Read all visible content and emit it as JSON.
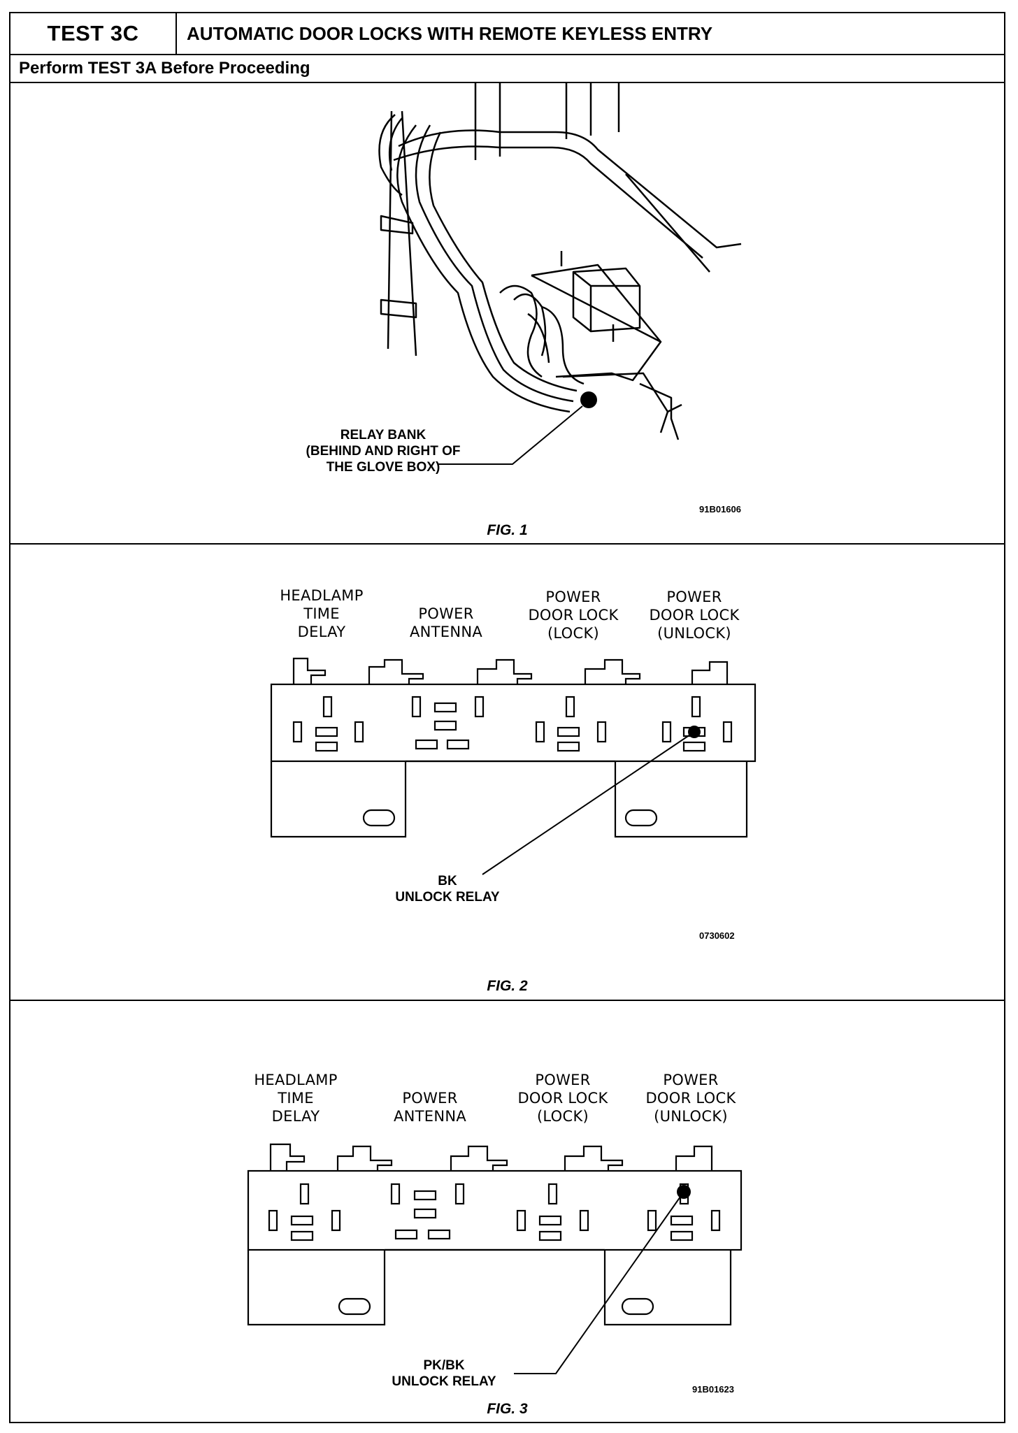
{
  "header": {
    "test_id": "TEST 3C",
    "title": "AUTOMATIC DOOR LOCKS WITH REMOTE KEYLESS ENTRY",
    "prerequisite": "Perform TEST 3A Before Proceeding"
  },
  "fig1": {
    "callout": [
      "RELAY BANK",
      "(BEHIND AND RIGHT OF",
      "THE GLOVE BOX)"
    ],
    "code": "91B01606",
    "caption": "FIG. 1"
  },
  "fig2": {
    "relay_labels": [
      [
        "HEADLAMP",
        "TIME",
        "DELAY"
      ],
      [
        "POWER",
        "ANTENNA"
      ],
      [
        "POWER",
        "DOOR LOCK",
        "(LOCK)"
      ],
      [
        "POWER",
        "DOOR LOCK",
        "(UNLOCK)"
      ]
    ],
    "callout": [
      "BK",
      "UNLOCK RELAY"
    ],
    "code": "0730602",
    "caption": "FIG. 2"
  },
  "fig3": {
    "relay_labels": [
      [
        "HEADLAMP",
        "TIME",
        "DELAY"
      ],
      [
        "POWER",
        "ANTENNA"
      ],
      [
        "POWER",
        "DOOR LOCK",
        "(LOCK)"
      ],
      [
        "POWER",
        "DOOR LOCK",
        "(UNLOCK)"
      ]
    ],
    "callout": [
      "PK/BK",
      "UNLOCK RELAY"
    ],
    "code": "91B01623",
    "caption": "FIG. 3"
  }
}
